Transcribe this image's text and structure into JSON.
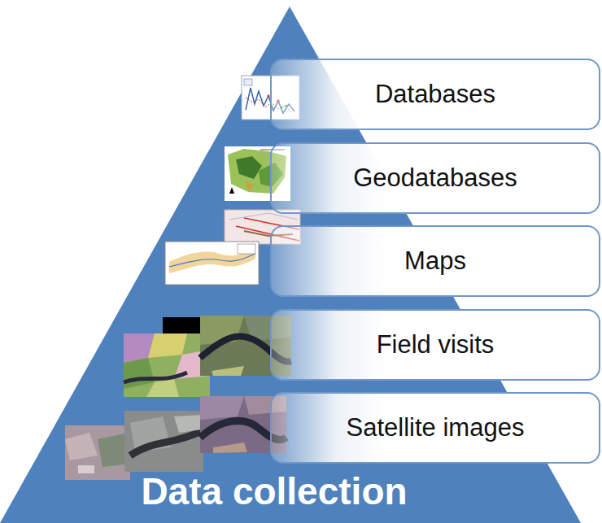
{
  "diagram": {
    "nodes": [
      {
        "text": [
          "Data collection"
        ]
      },
      {
        "text": [
          "Databases"
        ]
      },
      {
        "text": [
          "Geodatabases"
        ]
      },
      {
        "text": [
          "Maps"
        ]
      },
      {
        "text": [
          "Field visits"
        ]
      },
      {
        "text": [
          "Satellite images"
        ]
      }
    ]
  }
}
